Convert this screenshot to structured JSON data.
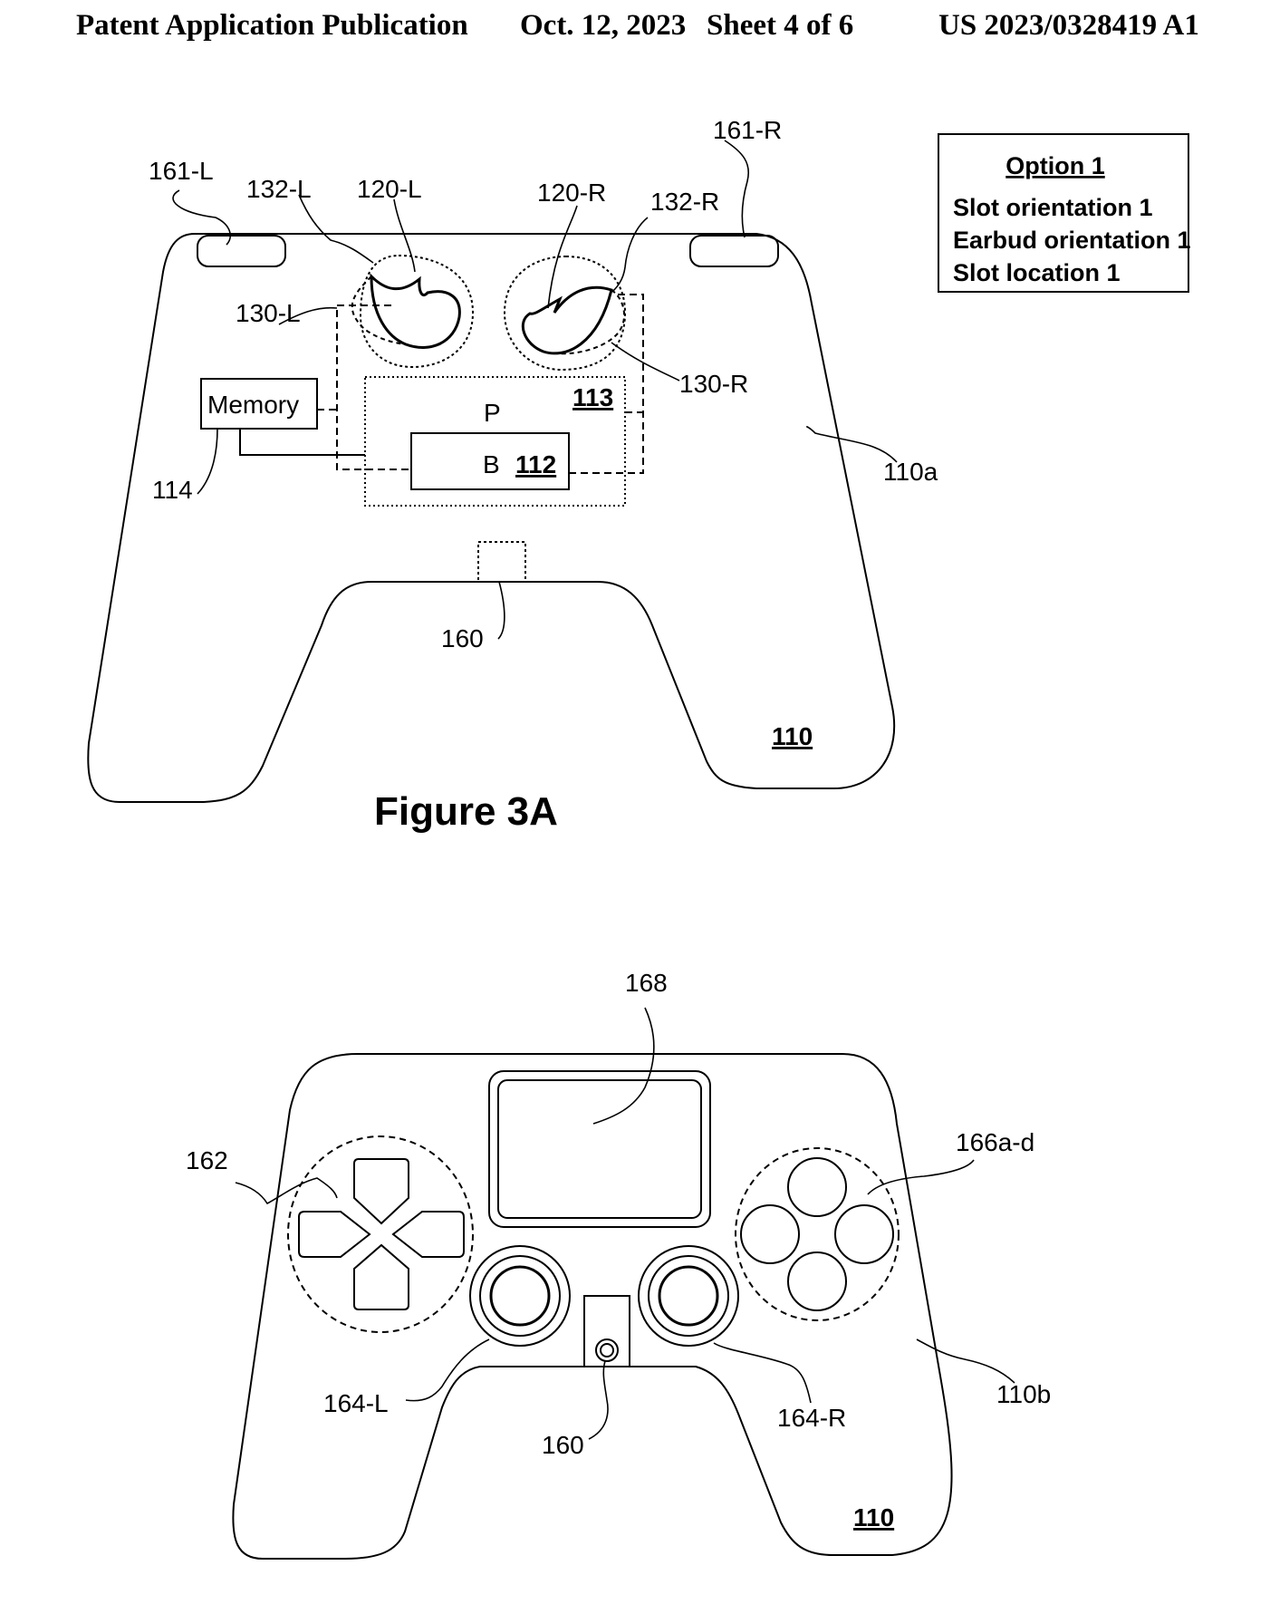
{
  "header": {
    "publication": "Patent Application Publication",
    "date": "Oct. 12, 2023",
    "sheet": "Sheet 4 of 6",
    "number": "US 2023/0328419 A1"
  },
  "figure_a": {
    "caption": "Figure 3A",
    "option_box": {
      "title": "Option 1",
      "lines": [
        "Slot orientation 1",
        "Earbud orientation 1",
        "Slot location 1"
      ]
    },
    "labels": {
      "slot_left": "161-L",
      "slot_right": "161-R",
      "earbud_slot_left": "132-L",
      "earbud_left": "120-L",
      "earbud_right": "120-R",
      "earbud_slot_right": "132-R",
      "charger_left": "130-L",
      "charger_right": "130-R",
      "memory_text": "Memory",
      "memory_ref": "114",
      "processor": "P",
      "processor_ref": "113",
      "battery": "B",
      "battery_ref": "112",
      "port": "160",
      "surface": "110a",
      "controller": "110"
    }
  },
  "figure_b": {
    "labels": {
      "touchpad": "168",
      "dpad": "162",
      "face_buttons": "166a-d",
      "stick_left": "164-L",
      "stick_right": "164-R",
      "port": "160",
      "surface": "110b",
      "controller": "110"
    }
  }
}
